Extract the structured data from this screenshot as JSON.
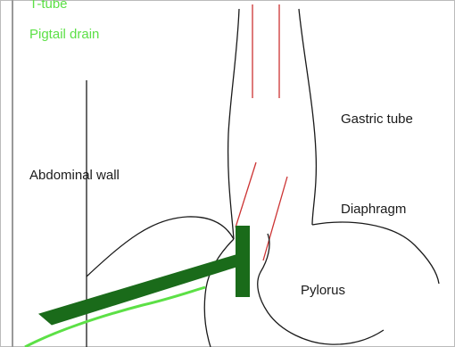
{
  "legend": {
    "t_tube": "T-tube",
    "pigtail_drain": "Pigtail drain"
  },
  "labels": {
    "gastric_tube": "Gastric tube",
    "abdominal_wall": "Abdominal wall",
    "diaphragm": "Diaphragm",
    "pylorus": "Pylorus"
  },
  "colors": {
    "t_tube": "#1a6b1a",
    "pigtail_drain": "#5ce046",
    "outline": "#1a1a1a",
    "red_lines": "#cc3333",
    "frame": "#bbbbbb"
  }
}
